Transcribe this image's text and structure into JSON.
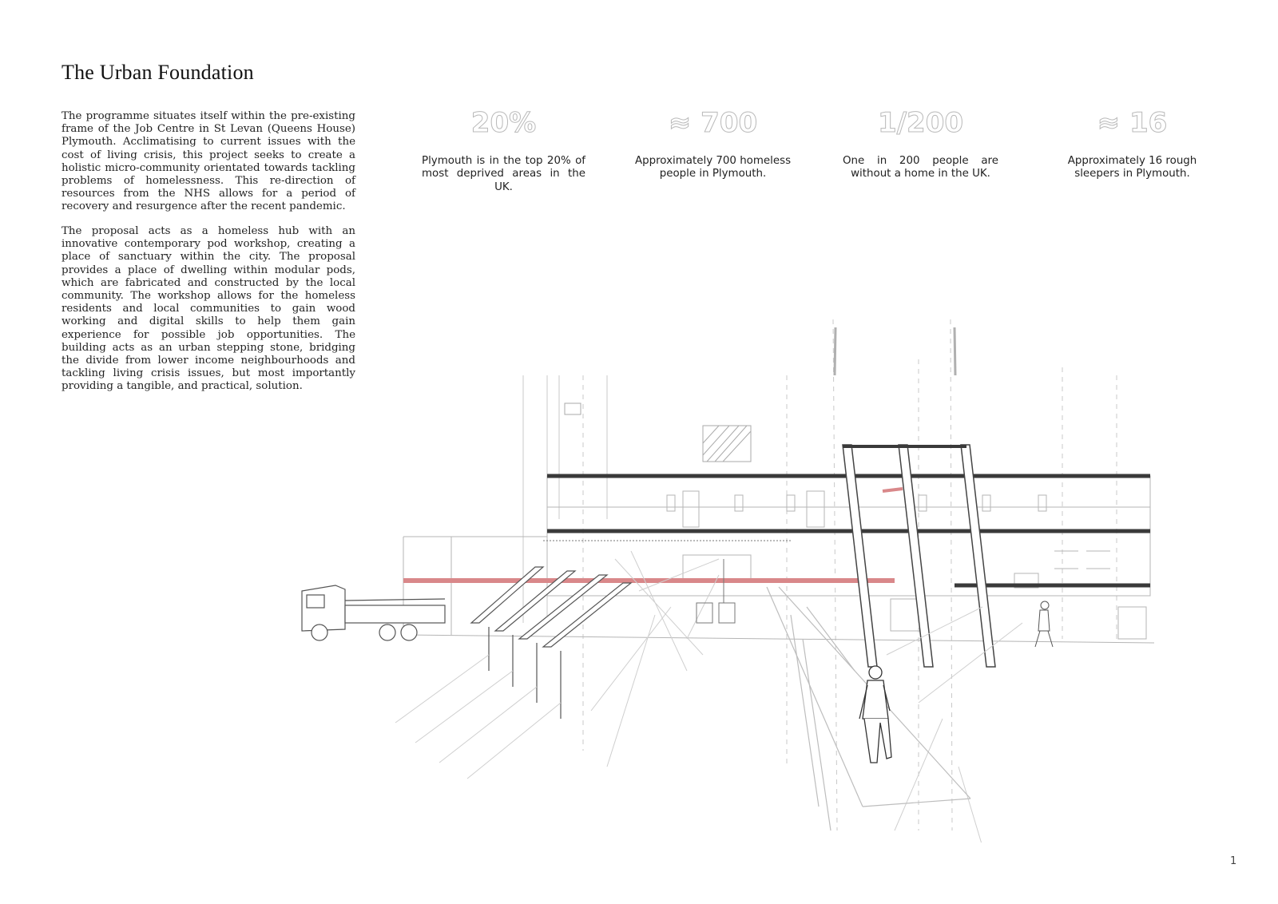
{
  "title": "The Urban Foundation",
  "intro_paragraphs": [
    "The programme situates itself within the pre-existing frame of the Job Centre in St Levan (Queens House) Plymouth. Acclimatising to current issues with the cost of living crisis, this project seeks to create a holistic micro-community orientated towards tackling problems of homelessness. This re-direction of resources from the NHS allows for a period of recovery and resurgence after the recent pandemic.",
    "The proposal acts as a homeless hub with an innovative contemporary pod workshop, creating a place of sanctuary within the city. The proposal provides a place of dwelling within modular pods, which are fabricated and constructed by the local community. The workshop allows for the homeless residents and local communities to gain wood working and digital skills to help them gain experience for possible job opportunities. The building acts as an urban stepping stone, bridging the divide from lower income neighbourhoods and tackling living crisis issues, but most importantly providing a tangible, and practical, solution."
  ],
  "stats": [
    {
      "value": "20%",
      "caption": "Plymouth is in the top 20% of most deprived areas in the UK."
    },
    {
      "value": "≈ 700",
      "caption": "Approximately 700 homeless people in Plymouth."
    },
    {
      "value": "1/200",
      "caption": "One in 200 people are without a home in the UK."
    },
    {
      "value": "≈ 16",
      "caption": "Approximately 16 rough sleepers in Plymouth."
    }
  ],
  "drawing_subject": "sectional-perspective-drawing",
  "accent_color": "#d9888a",
  "page_number": "1"
}
